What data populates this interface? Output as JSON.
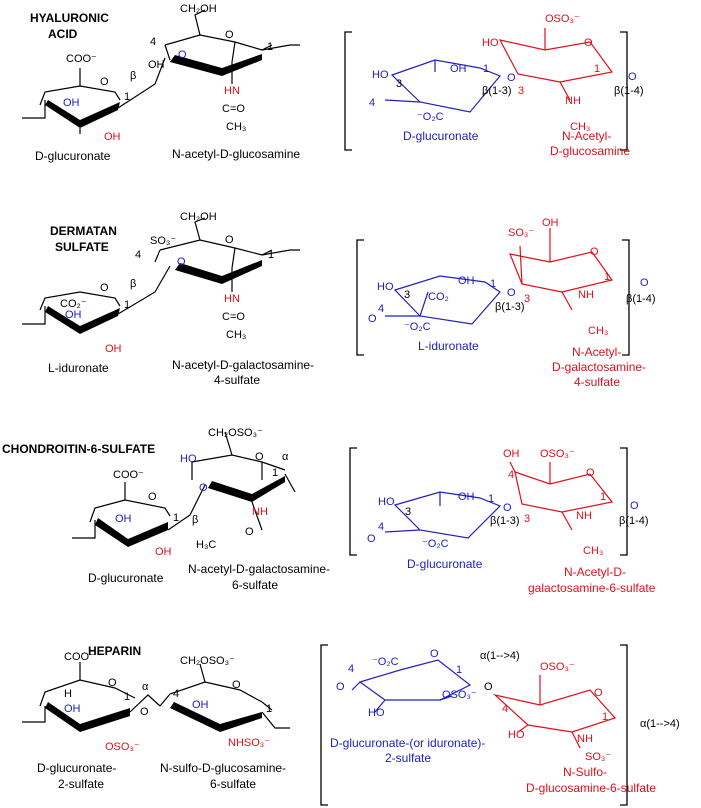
{
  "colors": {
    "black": "#000000",
    "blue": "#2020c0",
    "red": "#e0101a"
  },
  "hyaluronic": {
    "title_line1": "HYALURONIC",
    "title_line2": "ACID",
    "cap_left": "D-glucuronate",
    "cap_right": "N-acetyl-D-glucosamine",
    "coo": "COO⁻",
    "ch2oh": "CH₂OH",
    "oh": "OH",
    "o": "O",
    "hn": "HN",
    "c_eq_o": "C=O",
    "ch3": "CH₃",
    "beta": "β",
    "n1": "1",
    "n4": "4",
    "bkt_cap_blue": "D-glucuronate",
    "bkt_cap_red_1": "N-Acetyl-",
    "bkt_cap_red_2": "D-glucosamine",
    "oso3": "OSO₃⁻",
    "ho": "HO",
    "o2c": "⁻O₂C",
    "nh": "NH",
    "n3": "3",
    "link13": "β(1-3)",
    "link14": "β(1-4)"
  },
  "dermatan": {
    "title_line1": "DERMATAN",
    "title_line2": "SULFATE",
    "cap_left": "L-iduronate",
    "cap_right_1": "N-acetyl-D-galactosamine-",
    "cap_right_2": "4-sulfate",
    "so3": "SO₃⁻",
    "co2": "CO₂⁻",
    "co2b": "CO₂",
    "ch2oh": "CH₂OH",
    "bkt_cap_blue": "L-iduronate",
    "bkt_cap_red_1": "N-Acetyl-",
    "bkt_cap_red_2": "D-galactosamine-",
    "bkt_cap_red_3": "4-sulfate",
    "link13": "β(1-3)",
    "link14": "β(1-4)"
  },
  "chondroitin": {
    "title": "CHONDROITIN-6-SULFATE",
    "cap_left": "D-glucuronate",
    "cap_right_1": "N-acetyl-D-galactosamine-",
    "cap_right_2": "6-sulfate",
    "ch2oso3": "CH₂OSO₃⁻",
    "alpha": "α",
    "h3c": "H₃C",
    "bkt_cap_blue": "D-glucuronate",
    "bkt_cap_red_1": "N-Acetyl-D-",
    "bkt_cap_red_2": "galactosamine-6-sulfate",
    "oso3": "OSO₃⁻",
    "link13": "β(1-3)",
    "link14": "β(1-4)"
  },
  "heparin": {
    "title": "HEPARIN",
    "cap_left_1": "D-glucuronate-",
    "cap_left_2": "2-sulfate",
    "cap_right_1": "N-sulfo-D-glucosamine-",
    "cap_right_2": "6-sulfate",
    "ch2oso3": "CH₂OSO₃⁻",
    "h": "H",
    "oso3": "OSO₃⁻",
    "nhso3": "NHSO₃⁻",
    "alpha": "α",
    "link": "α(1-->4)",
    "o2c": "⁻O₂C",
    "bkt_cap_blue_1": "D-glucuronate-(or iduronate)-",
    "bkt_cap_blue_2": "2-sulfate",
    "bkt_cap_red_1": "N-Sulfo-",
    "bkt_cap_red_2": "D-glucosamine-6-sulfate",
    "nh": "NH",
    "so3": "SO₃⁻"
  }
}
